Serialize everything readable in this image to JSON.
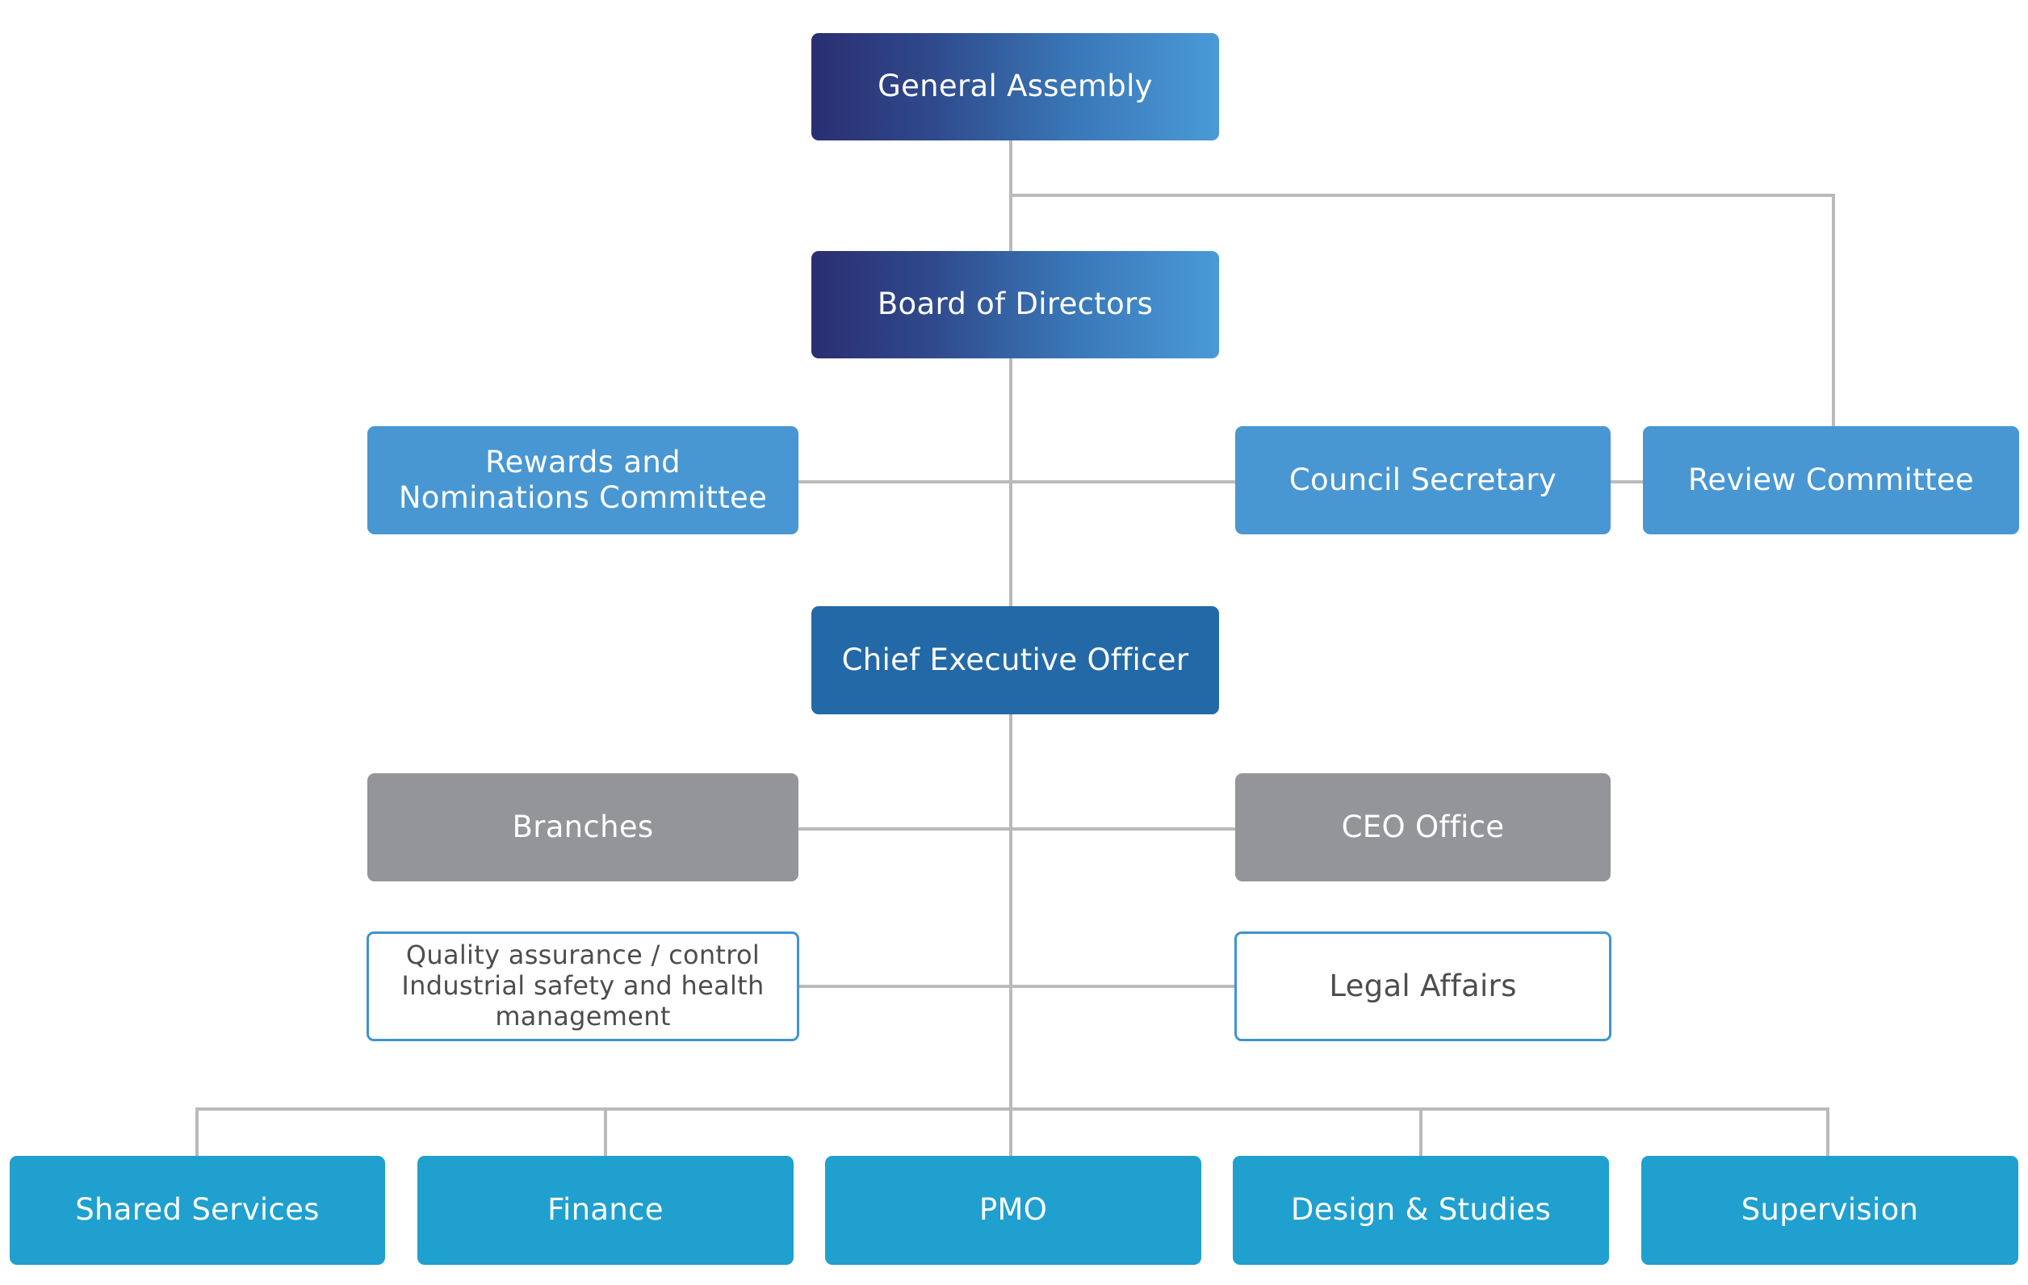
{
  "org_chart": {
    "general_assembly": "General Assembly",
    "board_of_directors": "Board of Directors",
    "rewards_committee_line1": "Rewards and",
    "rewards_committee_line2": "Nominations Committee",
    "council_secretary": "Council Secretary",
    "review_committee": "Review Committee",
    "ceo": "Chief Executive Officer",
    "branches": "Branches",
    "ceo_office": "CEO Office",
    "quality_line1": "Quality assurance / control",
    "quality_line2": "Industrial safety and health",
    "quality_line3": "management",
    "legal_affairs": "Legal Affairs",
    "departments": [
      "Shared Services",
      "Finance",
      "PMO",
      "Design & Studies",
      "Supervision"
    ]
  },
  "colors": {
    "gradient_start": "#2a2e72",
    "gradient_end": "#4a9ad8",
    "committee_blue": "#4897d3",
    "ceo_blue": "#2469a7",
    "grey": "#939598",
    "outline_blue": "#3f94d0",
    "department_cyan": "#1fa0cf",
    "connector": "#b9babc"
  }
}
